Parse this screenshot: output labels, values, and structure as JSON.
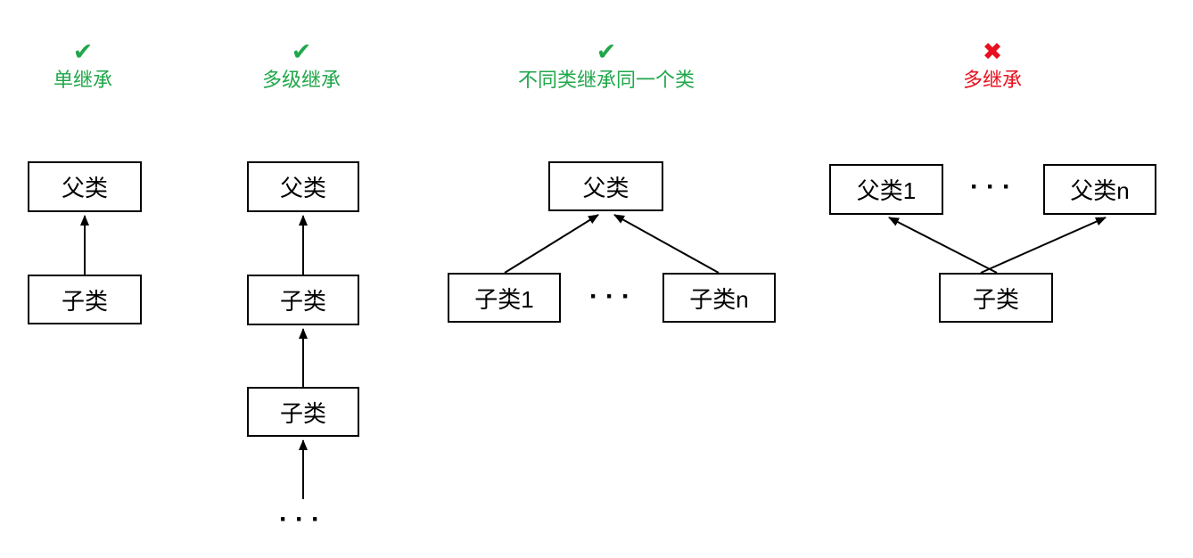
{
  "colors": {
    "allowed": "#21a74b",
    "forbidden": "#e8101e",
    "node_border": "#000000",
    "node_text": "#000000",
    "arrow": "#000000",
    "background": "#ffffff"
  },
  "icons": {
    "check": "✔",
    "cross": "✖"
  },
  "sections": [
    {
      "title": "单继承",
      "status": "allowed",
      "nodes": [
        {
          "label": "父类"
        },
        {
          "label": "子类"
        }
      ]
    },
    {
      "title": "多级继承",
      "status": "allowed",
      "ellipsis": "···",
      "nodes": [
        {
          "label": "父类"
        },
        {
          "label": "子类"
        },
        {
          "label": "子类"
        }
      ]
    },
    {
      "title": "不同类继承同一个类",
      "status": "allowed",
      "ellipsis": "···",
      "nodes": [
        {
          "label": "父类"
        },
        {
          "label": "子类1"
        },
        {
          "label": "子类n"
        }
      ]
    },
    {
      "title": "多继承",
      "status": "forbidden",
      "ellipsis": "···",
      "nodes": [
        {
          "label": "父类1"
        },
        {
          "label": "父类n"
        },
        {
          "label": "子类"
        }
      ]
    }
  ]
}
